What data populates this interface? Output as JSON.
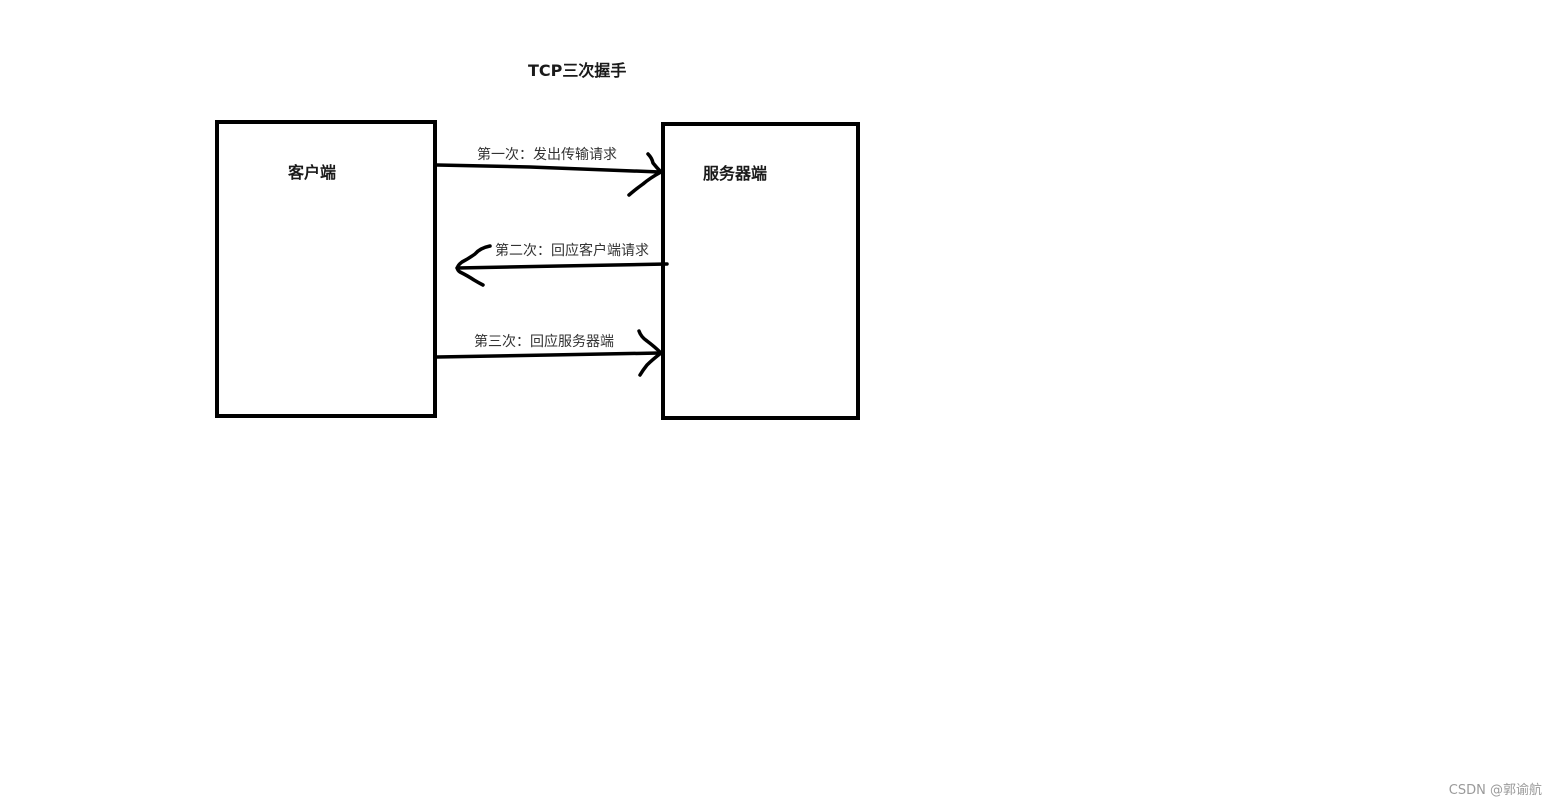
{
  "title": "TCP三次握手",
  "client": {
    "label": "客户端"
  },
  "server": {
    "label": "服务器端"
  },
  "steps": [
    {
      "label": "第一次：发出传输请求",
      "direction": "client-to-server"
    },
    {
      "label": "第二次：回应客户端请求",
      "direction": "server-to-client"
    },
    {
      "label": "第三次：回应服务器端",
      "direction": "client-to-server"
    }
  ],
  "watermark": "CSDN @郭谕航",
  "colors": {
    "stroke": "#000000",
    "text": "#222222",
    "watermark": "#9a9a9a"
  }
}
